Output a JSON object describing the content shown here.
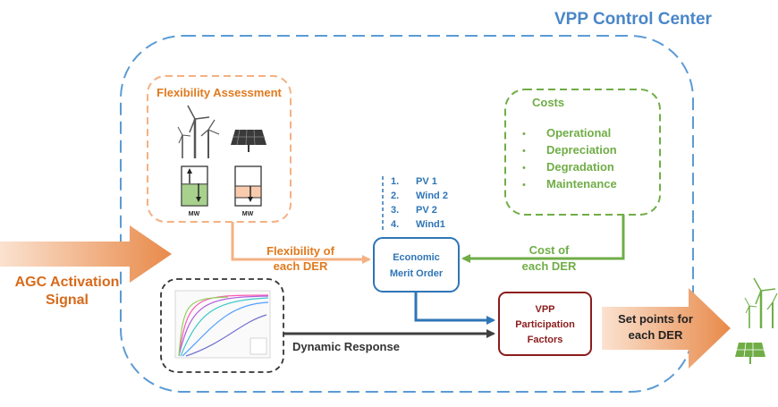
{
  "title": "VPP Control Center",
  "input_signal": {
    "line1": "AGC Activation",
    "line2": "Signal"
  },
  "flexibility": {
    "title": "Flexibility Assessment",
    "bar_labels": [
      "MW",
      "MW"
    ],
    "levels": [
      0.55,
      0.3
    ]
  },
  "costs": {
    "title": "Costs",
    "items": [
      "Operational",
      "Depreciation",
      "Degradation",
      "Maintenance"
    ]
  },
  "merit_list": [
    {
      "num": "1.",
      "name": "PV 1"
    },
    {
      "num": "2.",
      "name": "Wind 2"
    },
    {
      "num": "3.",
      "name": "PV 2"
    },
    {
      "num": "4.",
      "name": "Wind1"
    }
  ],
  "merit_box": {
    "line1": "Economic",
    "line2": "Merit Order"
  },
  "flex_arrow_label": {
    "line1": "Flexibility of",
    "line2": "each DER"
  },
  "cost_arrow_label": {
    "line1": "Cost of",
    "line2": "each DER"
  },
  "participation": {
    "line1": "VPP",
    "line2": "Participation",
    "line3": "Factors"
  },
  "dynamic_label": "Dynamic Response",
  "output_arrow": {
    "line1": "Set points for",
    "line2": "each DER"
  },
  "colors": {
    "frame": "#5b9bd5",
    "orange": "#e07a1f",
    "orange_light": "#f4b183",
    "green": "#70ad47",
    "blue": "#2e75b6",
    "dark_red": "#8b1c1c",
    "dark": "#404040"
  }
}
